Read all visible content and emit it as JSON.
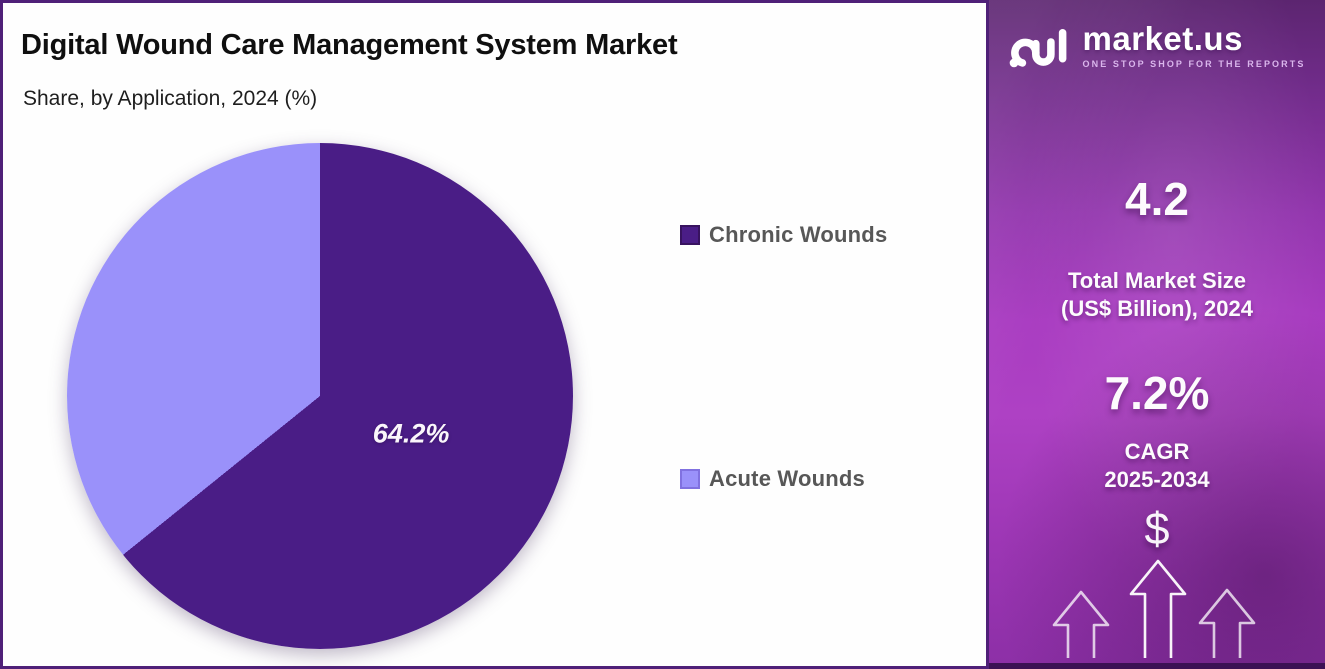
{
  "header": {
    "title": "Digital Wound Care Management System Market",
    "subtitle": "Share, by Application, 2024 (%)"
  },
  "chart_data": {
    "type": "pie",
    "title": "Digital Wound Care Management System Market",
    "subtitle": "Share, by Application, 2024 (%)",
    "labels": [
      "Chronic Wounds",
      "Acute Wounds"
    ],
    "values": [
      64.2,
      35.8
    ],
    "colors": [
      "#4a1d86",
      "#9a91fa"
    ],
    "data_label": "64.2%",
    "start_angle_deg": 0,
    "direction": "clockwise",
    "legend_position": "right"
  },
  "sidebar": {
    "brand_name": "market.us",
    "brand_tagline": "ONE STOP SHOP FOR THE REPORTS",
    "market_size_value": "4.2",
    "market_size_label_line1": "Total Market Size",
    "market_size_label_line2": "(US$ Billion), 2024",
    "cagr_value": "7.2%",
    "cagr_label": "CAGR",
    "cagr_period": "2025-2034",
    "dollar_symbol": "$"
  },
  "colors": {
    "chart_panel_border": "#4f2078",
    "slice_chronic": "#4a1d86",
    "slice_acute": "#9a91fa",
    "legend_text": "#575757",
    "sidebar_top": "#5c2570",
    "sidebar_mid": "#a93cc1",
    "sidebar_bottom": "#8c2fa6",
    "sidebar_bottom_strip": "#3c1154",
    "tagline_text": "#dab6ec"
  }
}
